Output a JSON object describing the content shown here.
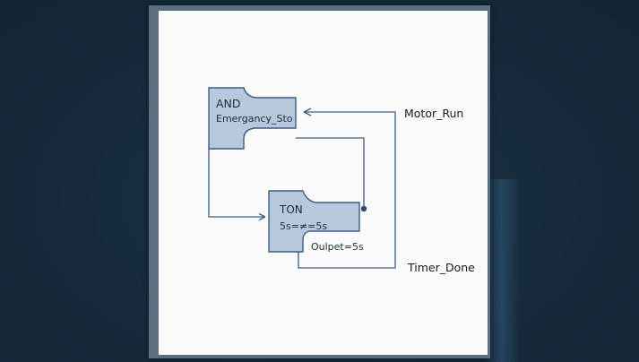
{
  "diagram": {
    "and_block": {
      "title": "AND",
      "subtitle": "Emergancy_Sto"
    },
    "ton_block": {
      "title": "TON",
      "preset": "5s=≠=5s",
      "output": "Oulpet=5s"
    },
    "labels": {
      "motor_run": "Motor_Run",
      "timer_done": "Timer_Done"
    },
    "colors": {
      "block_fill": "#b7c7dc",
      "block_stroke": "#3d5d80",
      "wire": "#3d5d80",
      "page_bg": "#162a3a",
      "paper": "#fbfbfb"
    }
  }
}
